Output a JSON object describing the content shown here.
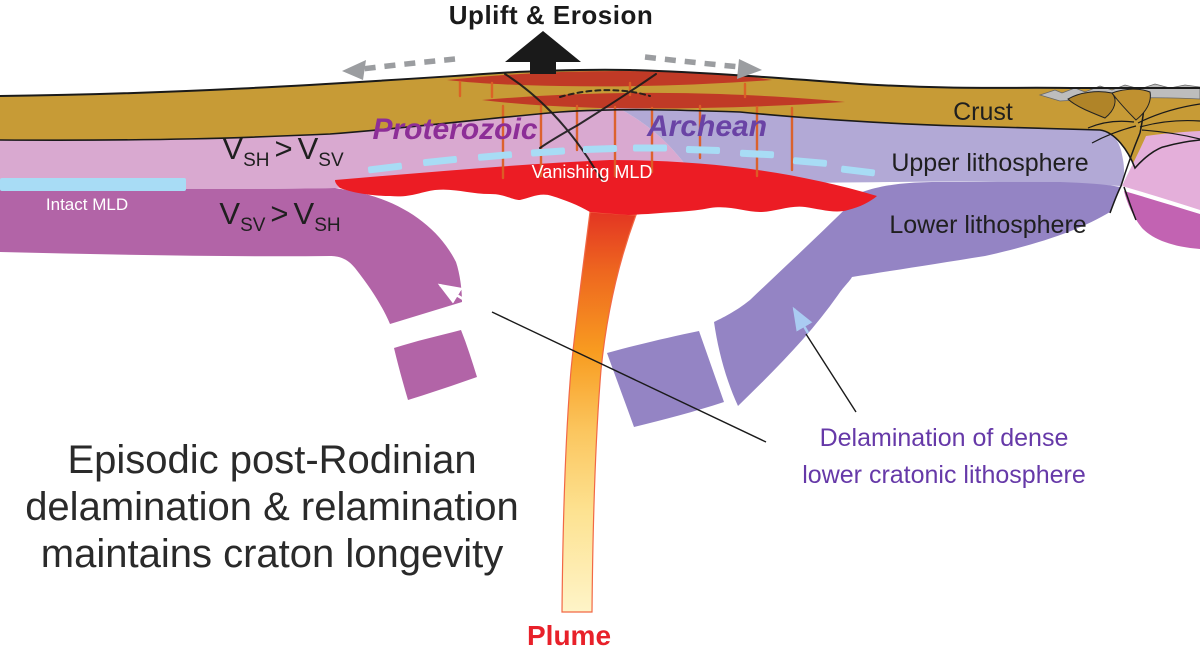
{
  "labels": {
    "uplift": "Uplift & Erosion",
    "crust": "Crust",
    "upper_lithosphere": "Upper lithosphere",
    "lower_lithosphere": "Lower lithosphere",
    "proterozoic": "Proterozoic",
    "archean": "Archean",
    "intact_mld": "Intact MLD",
    "vanishing_mld": "Vanishing MLD",
    "plume": "Plume"
  },
  "anisotropy": {
    "upper": {
      "v1": "V",
      "sub1": "SH",
      "op": ">",
      "v2": "V",
      "sub2": "SV"
    },
    "lower": {
      "v1": "V",
      "sub1": "SV",
      "op": ">",
      "v2": "V",
      "sub2": "SH"
    }
  },
  "annotation": {
    "line1": "Delamination of dense",
    "line2": "lower cratonic lithosphere"
  },
  "caption": {
    "line1": "Episodic post-Rodinian",
    "line2": "delamination & relamination",
    "line3": "maintains craton longevity"
  },
  "icons": {
    "uplift_arrow": "thick-black-up-arrow",
    "extension_arrows": "gray-dashed-outward-arrows",
    "relamination_arrows": "small-up-left-arrows"
  },
  "colors": {
    "crust_gold": "#C79B36",
    "orogen_gold": "#B08428",
    "orogen_gray": "#BDBDBD",
    "upper_lith_left_pink": "#D9A9D0",
    "upper_lith_right_lavender": "#B2A9D6",
    "lower_lith_left_magenta": "#B264A7",
    "lower_lith_right_purple": "#9484C4",
    "far_right_pink": "#E4AFDA",
    "far_right_magenta": "#C263B2",
    "plume_red": "#EC1C24",
    "sill_red": "#C03A26",
    "dike_orange": "#DD5F26",
    "plume_tip_yellow": "#FEF4C8",
    "mld_blue": "#A8DCF5",
    "proterozoic_text": "#8D2E97",
    "archean_text": "#6A43A5",
    "note_text": "#6639A8",
    "plume_text": "#E8212A",
    "gray_arrow": "#9B9DA0",
    "ink": "#1A1A1A"
  }
}
